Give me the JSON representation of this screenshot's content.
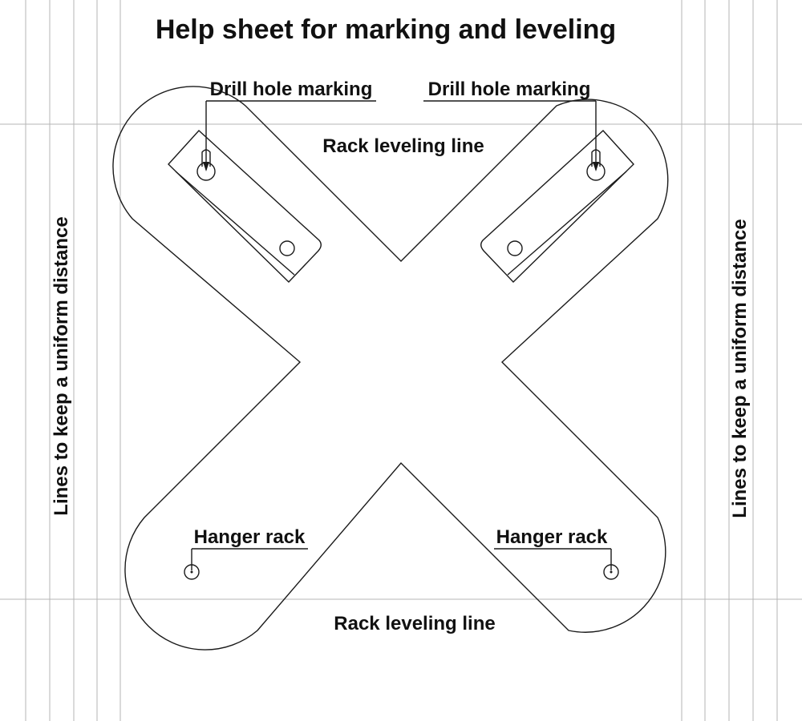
{
  "title": "Help sheet for marking and leveling",
  "labels": {
    "drill_hole_left": "Drill hole marking",
    "drill_hole_right": "Drill hole marking",
    "rack_leveling_top": "Rack leveling line",
    "rack_leveling_bottom": "Rack leveling line",
    "hanger_rack_left": "Hanger rack",
    "hanger_rack_right": "Hanger rack",
    "uniform_distance_left": "Lines to keep a uniform distance",
    "uniform_distance_right": "Lines to keep a uniform distance"
  },
  "colors": {
    "line": "#1a1a1a",
    "guide_line": "#b5b5b5",
    "background": "#ffffff"
  }
}
